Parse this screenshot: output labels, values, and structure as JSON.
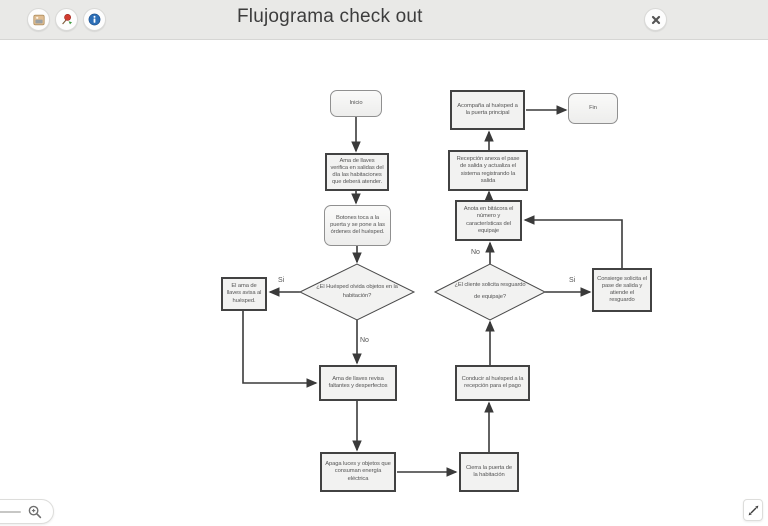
{
  "header": {
    "title": "Flujograma check out"
  },
  "icons": {
    "image": "image-icon",
    "pushpin": "pushpin-icon",
    "info": "info-icon",
    "close": "close-icon",
    "zoom": "magnifier-plus-icon",
    "expand": "expand-diagonal-icon"
  },
  "colors": {
    "topbar_bg": "#e9e9e7",
    "canvas_bg": "#ffffff",
    "node_fill": "#f2f2f1",
    "node_border_strong": "#424242",
    "node_border_light": "#909090",
    "connector": "#3a3a3a",
    "title_text": "#3d3d3d",
    "node_text": "#555555",
    "info_blue": "#2d6fb7",
    "pin_red": "#d03b2f"
  },
  "flowchart": {
    "nodes": [
      {
        "id": "inicio",
        "type": "terminator",
        "label": "Inicio"
      },
      {
        "id": "verifica",
        "type": "process",
        "label": "Ama de llaves verifica en salidas del día las habitaciones que deberá atender."
      },
      {
        "id": "botones",
        "type": "terminator",
        "label": "Botones toca a la puerta y se pone a las órdenes del huésped."
      },
      {
        "id": "decision-objetos",
        "type": "decision",
        "label": "¿El Huésped olvida objetos en la habitación?"
      },
      {
        "id": "avisa",
        "type": "process",
        "label": "El ama de llaves avisa al huésped."
      },
      {
        "id": "revisa",
        "type": "process",
        "label": "Ama de llaves revisa faltantes y desperfectos"
      },
      {
        "id": "apaga",
        "type": "process",
        "label": "Apaga luces y objetos que consuman energía eléctrica"
      },
      {
        "id": "cierra",
        "type": "process",
        "label": "Cierra la puerta de la habitación"
      },
      {
        "id": "conducir",
        "type": "process",
        "label": "Conducir al huésped a la recepción para el pago"
      },
      {
        "id": "decision-equipaje",
        "type": "decision",
        "label": "¿El cliente solicita resguardo de equipaje?"
      },
      {
        "id": "consierge",
        "type": "process",
        "label": "Consierge solicita el pase de salida y atiende el resguardo"
      },
      {
        "id": "anota",
        "type": "process",
        "label": "Anota en bitácora el número y características del equipaje"
      },
      {
        "id": "recepcion",
        "type": "process",
        "label": "Recepción anexa el pase de salida y actualiza el sistema registrando la salida"
      },
      {
        "id": "acompana",
        "type": "process",
        "label": "Acompaña al huésped a la puerta principal"
      },
      {
        "id": "fin",
        "type": "terminator",
        "label": "Fin"
      }
    ],
    "edge_labels": {
      "si_objetos": "Si",
      "no_objetos": "No",
      "no_equipaje": "No",
      "si_equipaje": "Si"
    }
  }
}
